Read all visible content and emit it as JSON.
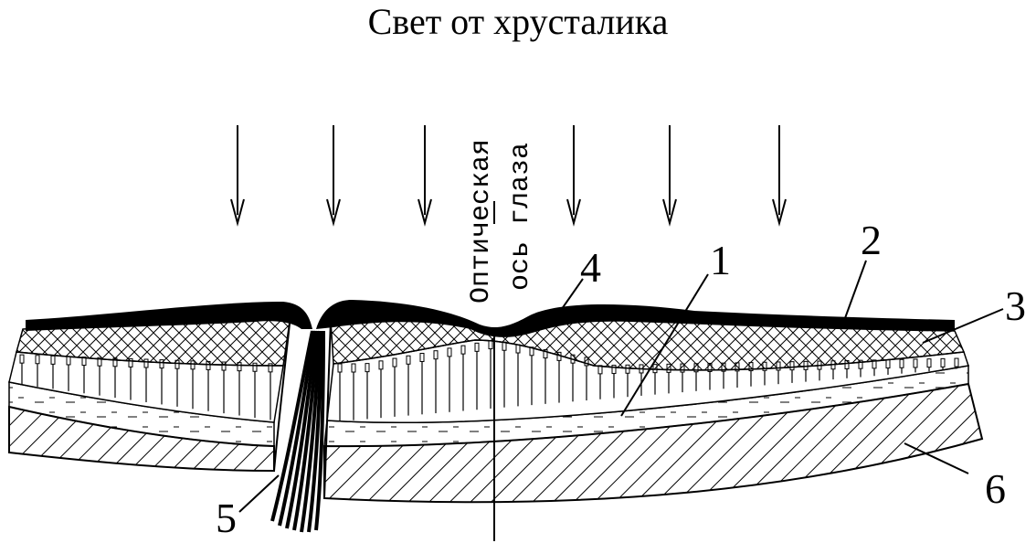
{
  "title": "Свет от хрусталика",
  "axis_label": {
    "line1": "Оптическая",
    "line2": "ось глаза"
  },
  "callouts": [
    "1",
    "2",
    "3",
    "4",
    "5",
    "6"
  ],
  "colors": {
    "ink": "#000000",
    "paper": "#ffffff"
  }
}
